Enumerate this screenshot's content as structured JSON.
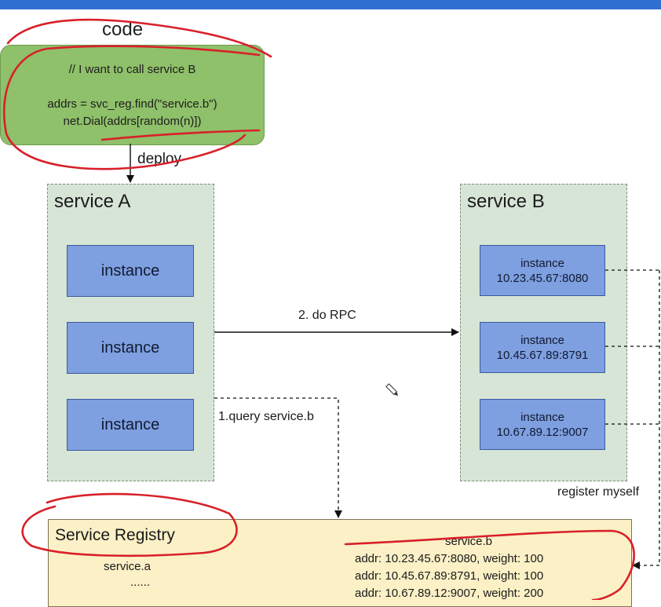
{
  "code_block": {
    "title": "code",
    "comment": "// I want to call service B",
    "line1": "addrs = svc_reg.find(\"service.b\")",
    "line2": "net.Dial(addrs[random(n)])"
  },
  "labels": {
    "deploy": "deploy",
    "do_rpc": "2. do RPC",
    "query": "1.query service.b",
    "register": "register myself"
  },
  "service_a": {
    "title": "service A",
    "instances": [
      "instance",
      "instance",
      "instance"
    ]
  },
  "service_b": {
    "title": "service B",
    "instances": [
      {
        "label": "instance",
        "addr": "10.23.45.67:8080"
      },
      {
        "label": "instance",
        "addr": "10.45.67.89:8791"
      },
      {
        "label": "instance",
        "addr": "10.67.89.12:9007"
      }
    ]
  },
  "registry": {
    "title": "Service Registry",
    "left_entry": "service.a",
    "left_more": "......",
    "right_entry": "service.b",
    "entries": [
      "addr: 10.23.45.67:8080, weight: 100",
      "addr: 10.45.67.89:8791, weight: 100",
      "addr: 10.67.89.12:9007, weight: 200"
    ]
  },
  "colors": {
    "code_bg": "#8fc06a",
    "group_bg": "#d7e5d6",
    "instance_bg": "#7e9fe0",
    "registry_bg": "#fbf0c6",
    "annotation_red": "#d8202a",
    "top_bar": "#2f6fd1"
  },
  "icons": [
    "pencil-cursor-icon"
  ]
}
